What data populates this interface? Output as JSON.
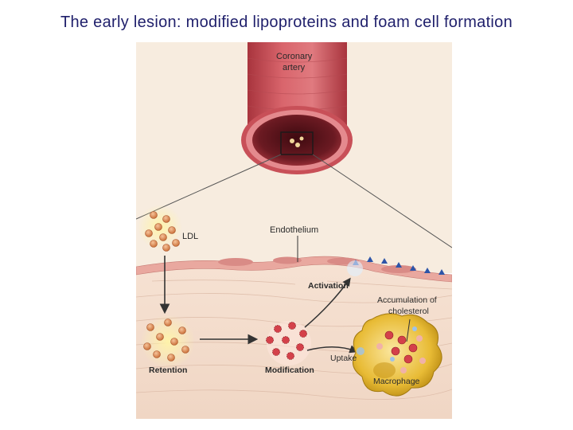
{
  "title": "The early lesion: modified lipoproteins and foam cell formation",
  "figure": {
    "labels": {
      "coronary_line1": "Coronary",
      "coronary_line2": "artery",
      "endothelium": "Endothelium",
      "ldl": "LDL",
      "activation": "Activation",
      "accumulation_line1": "Accumulation of",
      "accumulation_line2": "cholesterol",
      "retention": "Retention",
      "modification": "Modification",
      "uptake": "Uptake",
      "macrophage": "Macrophage"
    },
    "colors": {
      "artery": "#c9525a",
      "artery_lumen": "#5a1018",
      "tissue": "#f3dccd",
      "endothelium": "#eab0a6",
      "ldl": "#e08a55",
      "modified_ldl": "#d4414a",
      "macrophage": "#e2b42a",
      "receptor": "#2d54a8",
      "arrow": "#3a3a3a"
    }
  }
}
